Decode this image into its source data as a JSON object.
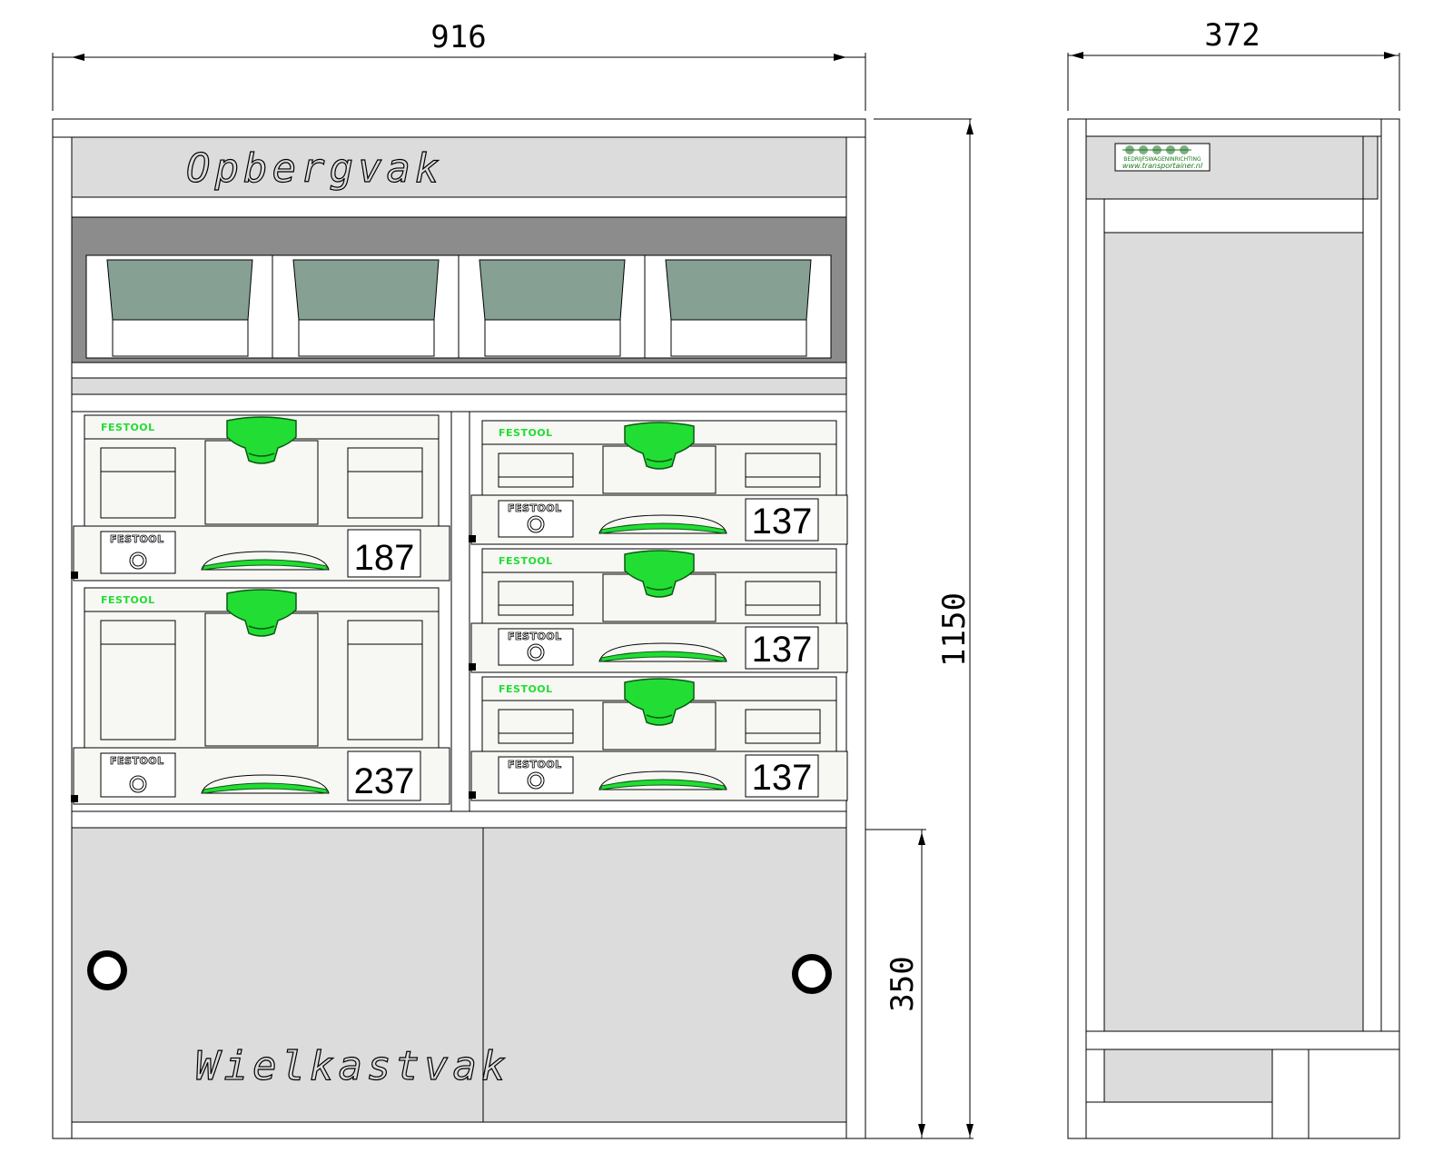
{
  "dimensions": {
    "front_width": "916",
    "side_depth": "372",
    "total_height": "1150",
    "lower_height": "350"
  },
  "labels": {
    "top_compartment": "Opbergvak",
    "bottom_compartment": "Wielkastvak"
  },
  "systainers_left": [
    {
      "brand_top": "FESTOOL",
      "brand_front": "FESTOOL",
      "size": "187"
    },
    {
      "brand_top": "FESTOOL",
      "brand_front": "FESTOOL",
      "size": "237"
    }
  ],
  "systainers_right": [
    {
      "brand_top": "FESTOOL",
      "brand_front": "FESTOOL",
      "size": "137"
    },
    {
      "brand_top": "FESTOOL",
      "brand_front": "FESTOOL",
      "size": "137"
    },
    {
      "brand_top": "FESTOOL",
      "brand_front": "FESTOOL",
      "size": "137"
    }
  ],
  "side_logo": {
    "line1": "BEDRIJFSWAGENINRICHTING",
    "line2": "www.transportainer.nl"
  },
  "colors": {
    "panel": "#dcdcdc",
    "dark_panel": "#8c8c8c",
    "bin": "#86a094",
    "systainer_body": "#f7f7f4",
    "handle": "#22dd33"
  }
}
